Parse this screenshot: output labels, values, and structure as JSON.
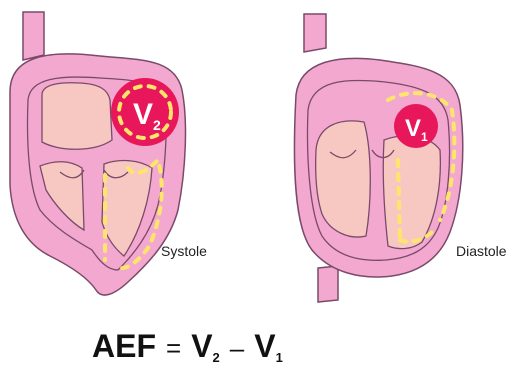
{
  "systole": {
    "caption": "Systole",
    "volume_symbol": "V",
    "volume_subscript": "2"
  },
  "diastole": {
    "caption": "Diastole",
    "volume_symbol": "V",
    "volume_subscript": "1"
  },
  "formula": {
    "lhs": "AEF",
    "equals": "=",
    "term1_symbol": "V",
    "term1_subscript": "2",
    "minus": "–",
    "term2_symbol": "V",
    "term2_subscript": "1"
  },
  "colors": {
    "wall": "#f3a8cf",
    "outline": "#7a4a6a",
    "chamber": "#f7c8c2",
    "aneurysm": "#e8165a",
    "dash": "#ffe66a",
    "text": "#111111"
  }
}
